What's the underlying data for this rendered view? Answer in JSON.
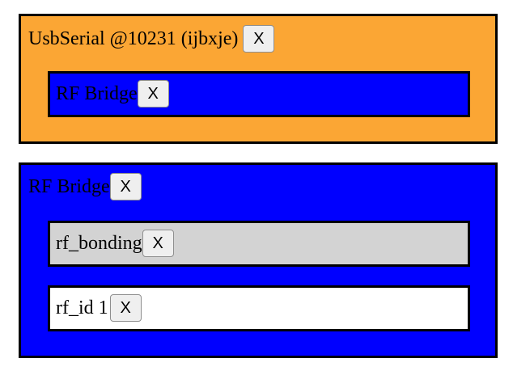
{
  "device": {
    "title": "UsbSerial @10231 (ijbxje)",
    "close_label": "X",
    "background": "#fba634",
    "child": {
      "title": "RF Bridge",
      "close_label": "X",
      "background": "#0000ff"
    }
  },
  "bridge": {
    "title": "RF Bridge",
    "close_label": "X",
    "background": "#0000ff",
    "items": [
      {
        "title": "rf_bonding",
        "close_label": "X",
        "background": "#d3d3d3"
      },
      {
        "title": "rf_id 1",
        "close_label": "X",
        "background": "#ffffff"
      }
    ]
  }
}
